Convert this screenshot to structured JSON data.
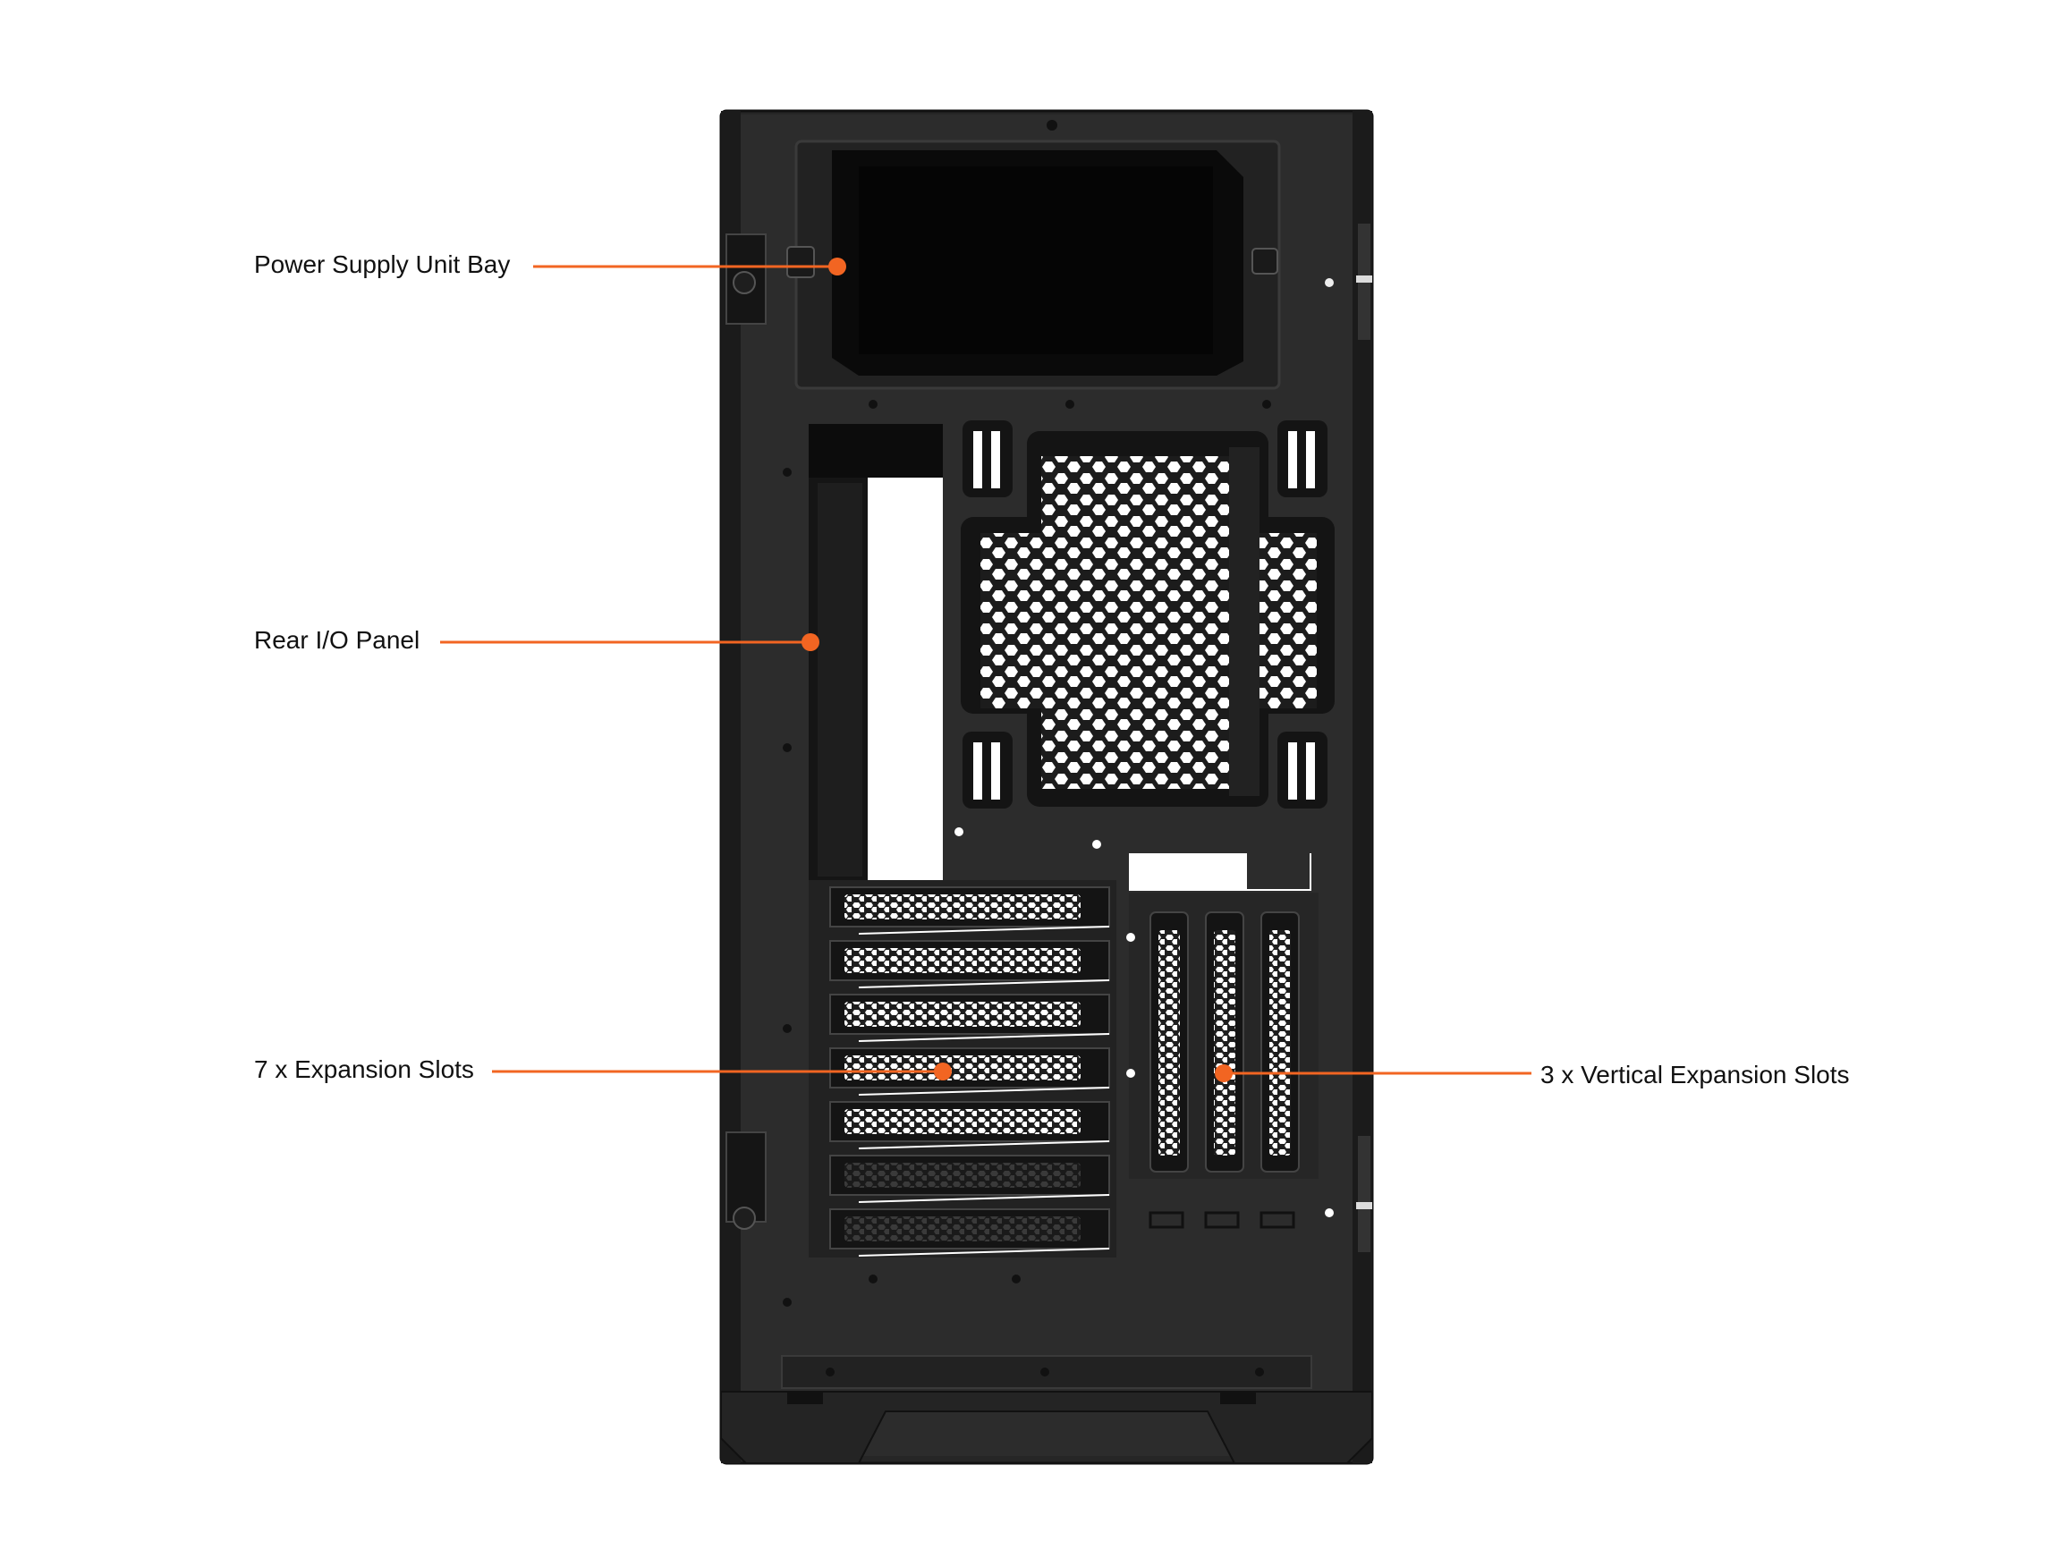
{
  "colors": {
    "accent": "#F26522",
    "case_body": "#2a2a2a",
    "case_dark": "#141414",
    "background": "#ffffff"
  },
  "callouts": {
    "psu_bay": "Power Supply Unit Bay",
    "rear_io": "Rear I/O Panel",
    "expansion_slots": "7 x Expansion Slots",
    "vertical_slots": "3 x Vertical Expansion Slots"
  },
  "counts": {
    "expansion_slots": 7,
    "vertical_slots": 3
  }
}
